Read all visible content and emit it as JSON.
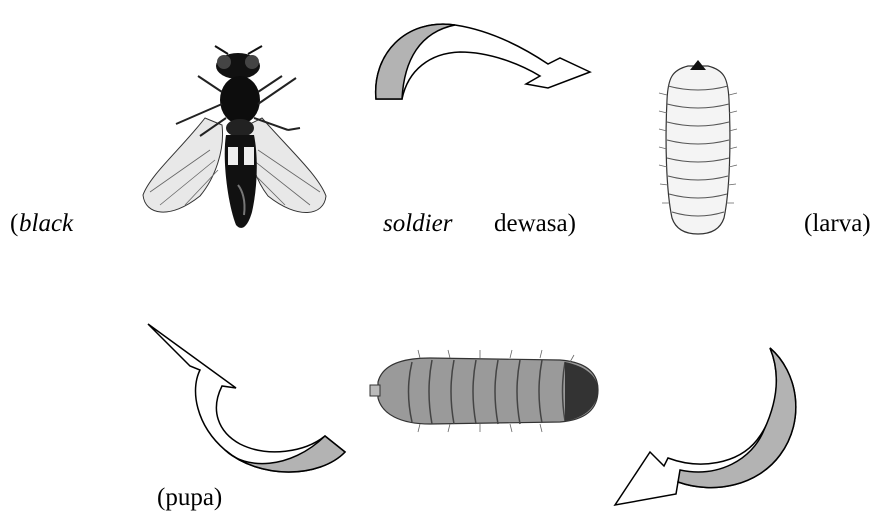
{
  "stages": {
    "adult_label_part1": "(",
    "adult_label_part2": "black",
    "adult_label_part3": "soldier",
    "adult_label_part4": "dewasa)",
    "larva_label": "(larva)",
    "pupa_label": "(pupa)"
  },
  "colors": {
    "arrow_shade": "#b3b3b3",
    "arrow_outline": "#000000"
  }
}
